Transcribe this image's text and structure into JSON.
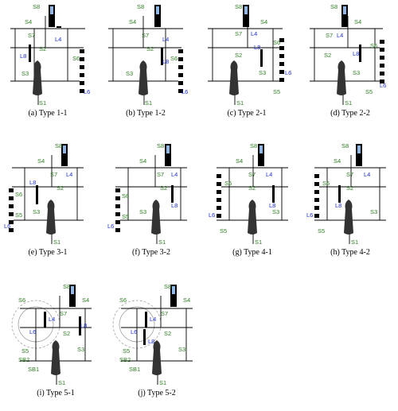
{
  "figure": {
    "panels": [
      {
        "id": "a",
        "caption": "(a) Type 1-1",
        "labels": {
          "S1": "S1",
          "S2": "S2",
          "S3": "S3",
          "S4": "S4",
          "S6": "S6",
          "S7": "S7",
          "S8": "S8",
          "L4": "L4",
          "L6": "L6",
          "L8": "L8"
        }
      },
      {
        "id": "b",
        "caption": "(b) Type 1-2",
        "labels": {
          "S1": "S1",
          "S2": "S2",
          "S3": "S3",
          "S4": "S4",
          "S6": "S6",
          "S7": "S7",
          "S8": "S8",
          "L4": "L4",
          "L6": "L6",
          "L8": "L8"
        }
      },
      {
        "id": "c",
        "caption": "(c) Type 2-1",
        "labels": {
          "S1": "S1",
          "S2": "S2",
          "S3": "S3",
          "S4": "S4",
          "S5": "S5",
          "S6": "S6",
          "S7": "S7",
          "S8": "S8",
          "L4": "L4",
          "L6": "L6",
          "L8": "L8"
        }
      },
      {
        "id": "d",
        "caption": "(d) Type 2-2",
        "labels": {
          "S1": "S1",
          "S2": "S2",
          "S3": "S3",
          "S4": "S4",
          "S5": "S5",
          "S6": "S6",
          "S7": "S7",
          "S8": "S8",
          "L4": "L4",
          "L6": "L6",
          "L8": "L8"
        }
      },
      {
        "id": "e",
        "caption": "(e) Type 3-1",
        "labels": {
          "S1": "S1",
          "S2": "S2",
          "S3": "S3",
          "S4": "S4",
          "S5": "S5",
          "S6": "S6",
          "S7": "S7",
          "S8": "S8",
          "L4": "L4",
          "L6": "L6",
          "L8": "L8"
        }
      },
      {
        "id": "f",
        "caption": "(f) Type 3-2",
        "labels": {
          "S1": "S1",
          "S2": "S2",
          "S3": "S3",
          "S4": "S4",
          "S5": "S5",
          "S6": "S6",
          "S7": "S7",
          "S8": "S8",
          "L4": "L4",
          "L6": "L6",
          "L8": "L8"
        }
      },
      {
        "id": "g",
        "caption": "(g) Type 4-1",
        "labels": {
          "S1": "S1",
          "S2": "S2",
          "S3": "S3",
          "S4": "S4",
          "S5": "S5",
          "S6": "S6",
          "S7": "S7",
          "S8": "S8",
          "L4": "L4",
          "L6": "L6",
          "L8": "L8"
        }
      },
      {
        "id": "h",
        "caption": "(h) Type 4-2",
        "labels": {
          "S1": "S1",
          "S2": "S2",
          "S3": "S3",
          "S4": "S4",
          "S5": "S5",
          "S6": "S6",
          "S7": "S7",
          "S8": "S8",
          "L4": "L4",
          "L6": "L6",
          "L8": "L8"
        }
      },
      {
        "id": "i",
        "caption": "(i) Type 5-1",
        "labels": {
          "S1": "S1",
          "S2": "S2",
          "S3": "S3",
          "S4": "S4",
          "S5": "S5",
          "S6": "S6",
          "S7": "S7",
          "S8": "S8",
          "SB1": "SB1",
          "SB2": "SB2",
          "L4": "L4",
          "L6": "L6",
          "L8": "L8"
        }
      },
      {
        "id": "j",
        "caption": "(j) Type 5-2",
        "labels": {
          "S1": "S1",
          "S2": "S2",
          "S3": "S3",
          "S4": "S4",
          "S5": "S5",
          "S6": "S6",
          "S7": "S7",
          "S8": "S8",
          "SB1": "SB1",
          "SB2": "SB2",
          "L4": "L4",
          "L6": "L6",
          "L8": "L8"
        }
      }
    ],
    "colors": {
      "shaft_label": "#2f7d23",
      "link_label": "#1f2fd6",
      "link_bar": "#000000",
      "motor_highlight": "#8fb7e8",
      "circle": "#9a9a9a"
    }
  }
}
